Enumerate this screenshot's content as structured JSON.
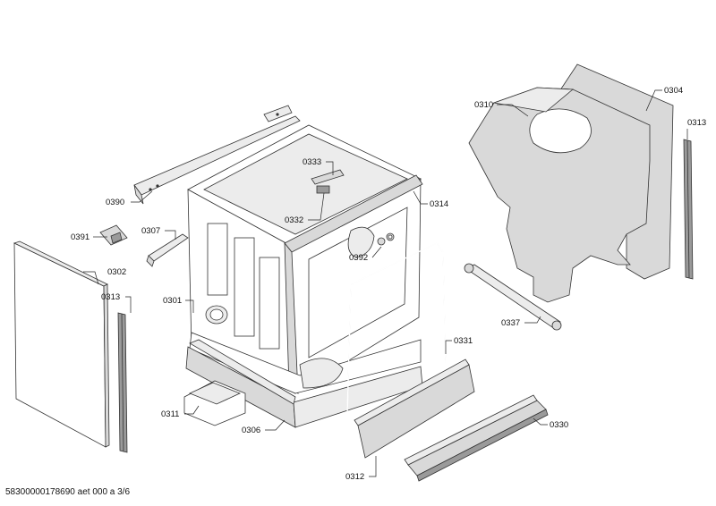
{
  "diagram": {
    "footer_reference": "58300000178690 aet 000 a 3/6",
    "parts": [
      {
        "id": "p0304",
        "label": "0304"
      },
      {
        "id": "p0310",
        "label": "0310"
      },
      {
        "id": "p0313a",
        "label": "0313"
      },
      {
        "id": "p0390",
        "label": "0390"
      },
      {
        "id": "p0333",
        "label": "0333"
      },
      {
        "id": "p0332",
        "label": "0332"
      },
      {
        "id": "p0314",
        "label": "0314"
      },
      {
        "id": "p0391",
        "label": "0391"
      },
      {
        "id": "p0307",
        "label": "0307"
      },
      {
        "id": "p0392",
        "label": "0392"
      },
      {
        "id": "p0302",
        "label": "0302"
      },
      {
        "id": "p0313b",
        "label": "0313"
      },
      {
        "id": "p0301",
        "label": "0301"
      },
      {
        "id": "p0337",
        "label": "0337"
      },
      {
        "id": "p0331",
        "label": "0331"
      },
      {
        "id": "p0311",
        "label": "0311"
      },
      {
        "id": "p0306",
        "label": "0306"
      },
      {
        "id": "p0330",
        "label": "0330"
      },
      {
        "id": "p0312",
        "label": "0312"
      }
    ]
  }
}
